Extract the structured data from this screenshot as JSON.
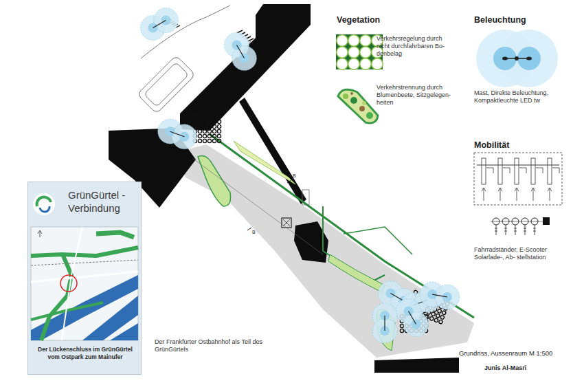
{
  "diagram": {
    "caption": "Der Frankfurter Ostbahnhof als Teil des GrünGürtels",
    "nodes": [
      {
        "text": [
          "GrünGürtel - Verbindung",
          "Der Lückenschluss im GrünGürtel vom Ostpark zum Mainufer"
        ]
      }
    ],
    "labels": [
      "Vegetation",
      "Beleuchtung",
      "Mobilität",
      "B",
      "B",
      "Grundriss, Aussenraum M 1:500",
      "Junis Al-Masri"
    ],
    "legend": [
      {
        "text": "Verkehrsregelung durch nicht durchfahrbaren Bo- denbelag"
      },
      {
        "text": "Verkehrstrennung durch Blumenbeete, Sitzgelegen- heiten"
      },
      {
        "text": "Mast, Direkte Beleuchtung, Kompaktleuchte LED tw"
      },
      {
        "text": "Fahrradständer, E-Scooter Solarlade-, Ab- stellstation"
      }
    ]
  }
}
